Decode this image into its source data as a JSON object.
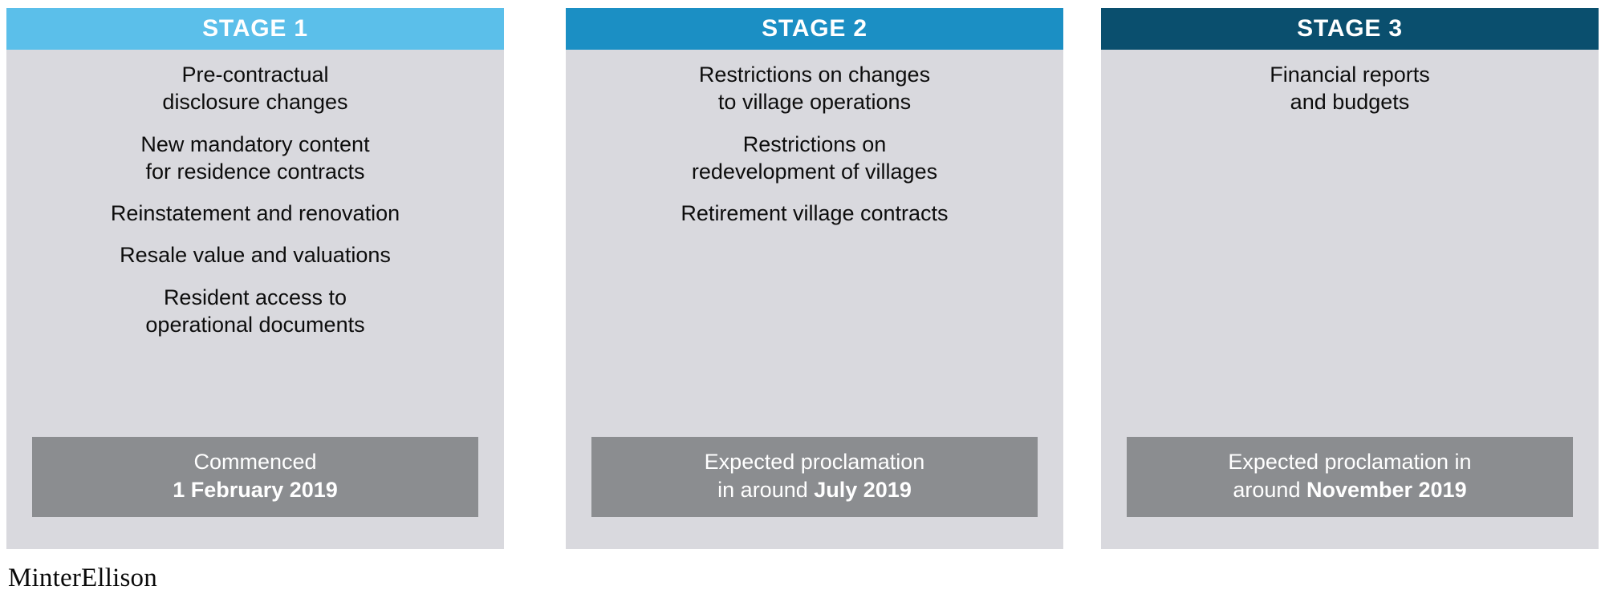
{
  "theme": {
    "panel_background": "#d9d9de",
    "banner_background": "#8b8d90",
    "page_background": "#ffffff",
    "text_color": "#0d0d0d",
    "header_text_color": "#ffffff"
  },
  "stages": [
    {
      "header": "STAGE 1",
      "header_color": "#5bbfea",
      "items": [
        "Pre-contractual\ndisclosure changes",
        "New mandatory content\nfor residence contracts",
        "Reinstatement and renovation",
        "Resale value and valuations",
        "Resident access to\noperational documents"
      ],
      "banner": {
        "line1": "Commenced",
        "line2_lead": "",
        "line2_emph": "1 February 2019"
      }
    },
    {
      "header": "STAGE 2",
      "header_color": "#1b8fc4",
      "items": [
        "Restrictions on changes\nto village operations",
        "Restrictions on\nredevelopment of villages",
        "Retirement village contracts"
      ],
      "banner": {
        "line1": "Expected proclamation",
        "line2_lead": "in around ",
        "line2_emph": "July 2019"
      }
    },
    {
      "header": "STAGE 3",
      "header_color": "#0a4f6e",
      "items": [
        "Financial reports\nand budgets"
      ],
      "banner": {
        "line1": "Expected proclamation in",
        "line2_lead": "around ",
        "line2_emph": "November 2019"
      }
    }
  ],
  "brand": {
    "logo_text": "MinterEllison"
  }
}
